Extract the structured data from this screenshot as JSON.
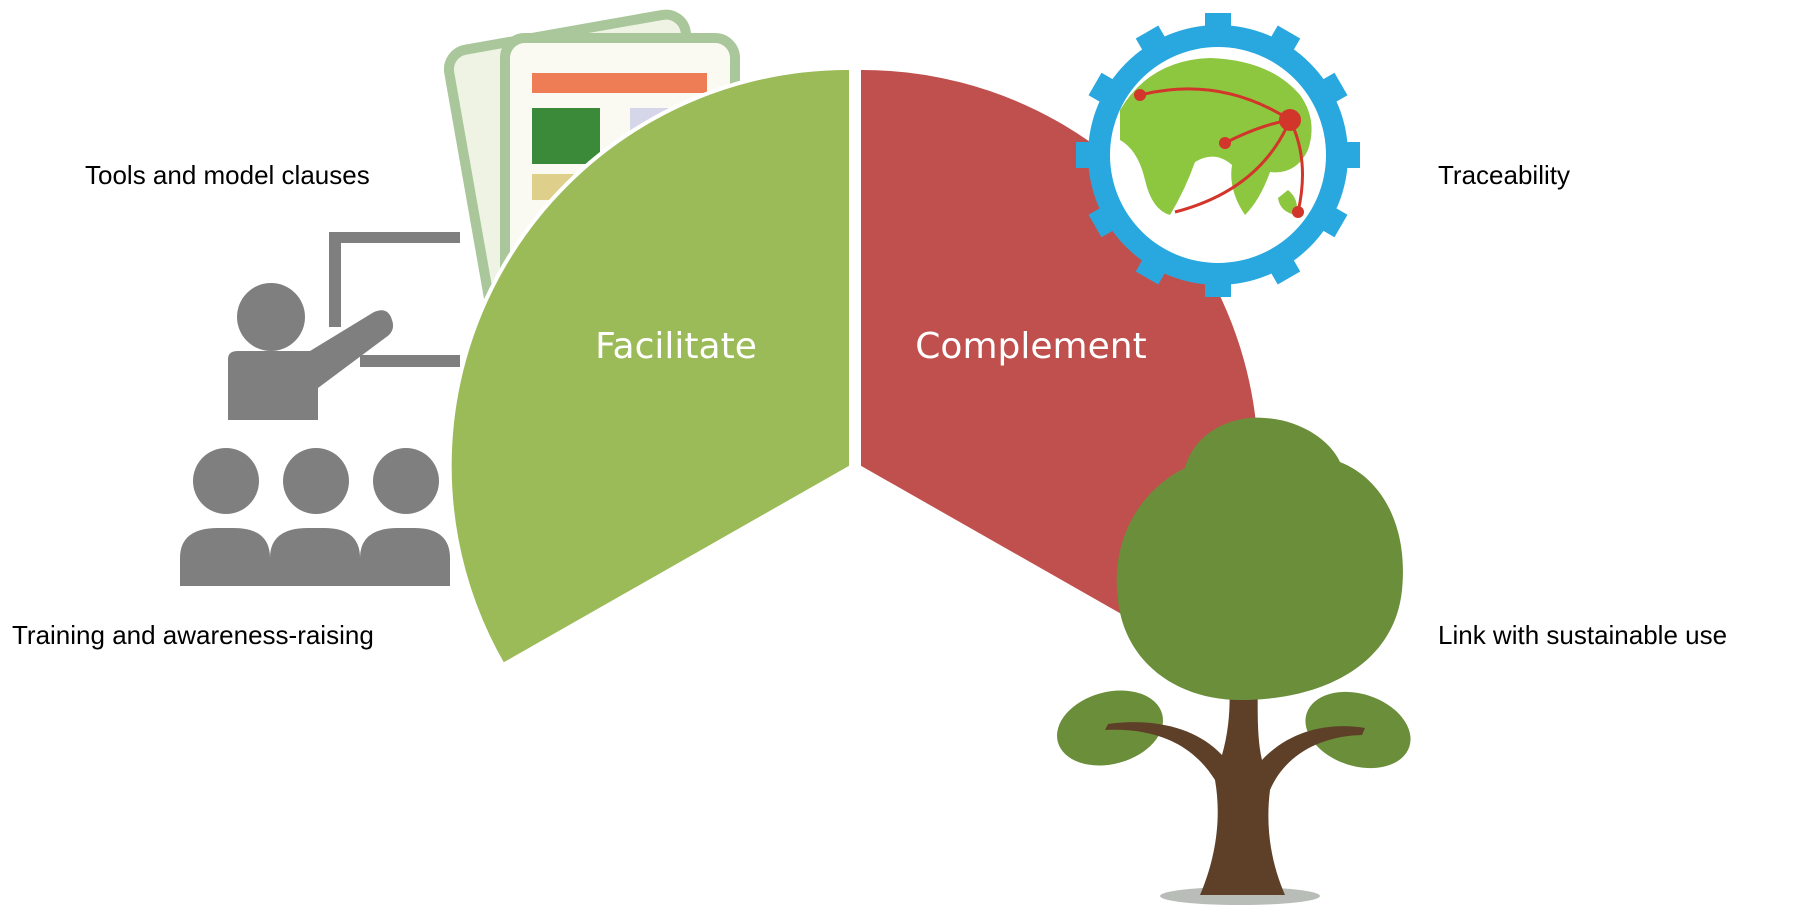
{
  "labels": {
    "tools": "Tools and model clauses",
    "training": "Training and awareness-raising",
    "traceability": "Traceability",
    "sustainable": "Link with sustainable use"
  },
  "segments": [
    {
      "id": "facilitate",
      "text": "Facilitate",
      "color": "#9bbb59"
    },
    {
      "id": "complement",
      "text": "Complement",
      "color": "#c0504d"
    }
  ],
  "icons": {
    "training": "presenter-audience-icon",
    "tools": "documents-icon",
    "traceability": "globe-gear-icon",
    "sustainable": "tree-icon"
  },
  "colors": {
    "training_icon": "#7f7f7f",
    "globe_gear": "#29a8e0",
    "globe_land": "#8dc63f",
    "trace_lines": "#d2352a",
    "tree_canopy": "#6a8e3a",
    "tree_trunk": "#5e4028"
  }
}
